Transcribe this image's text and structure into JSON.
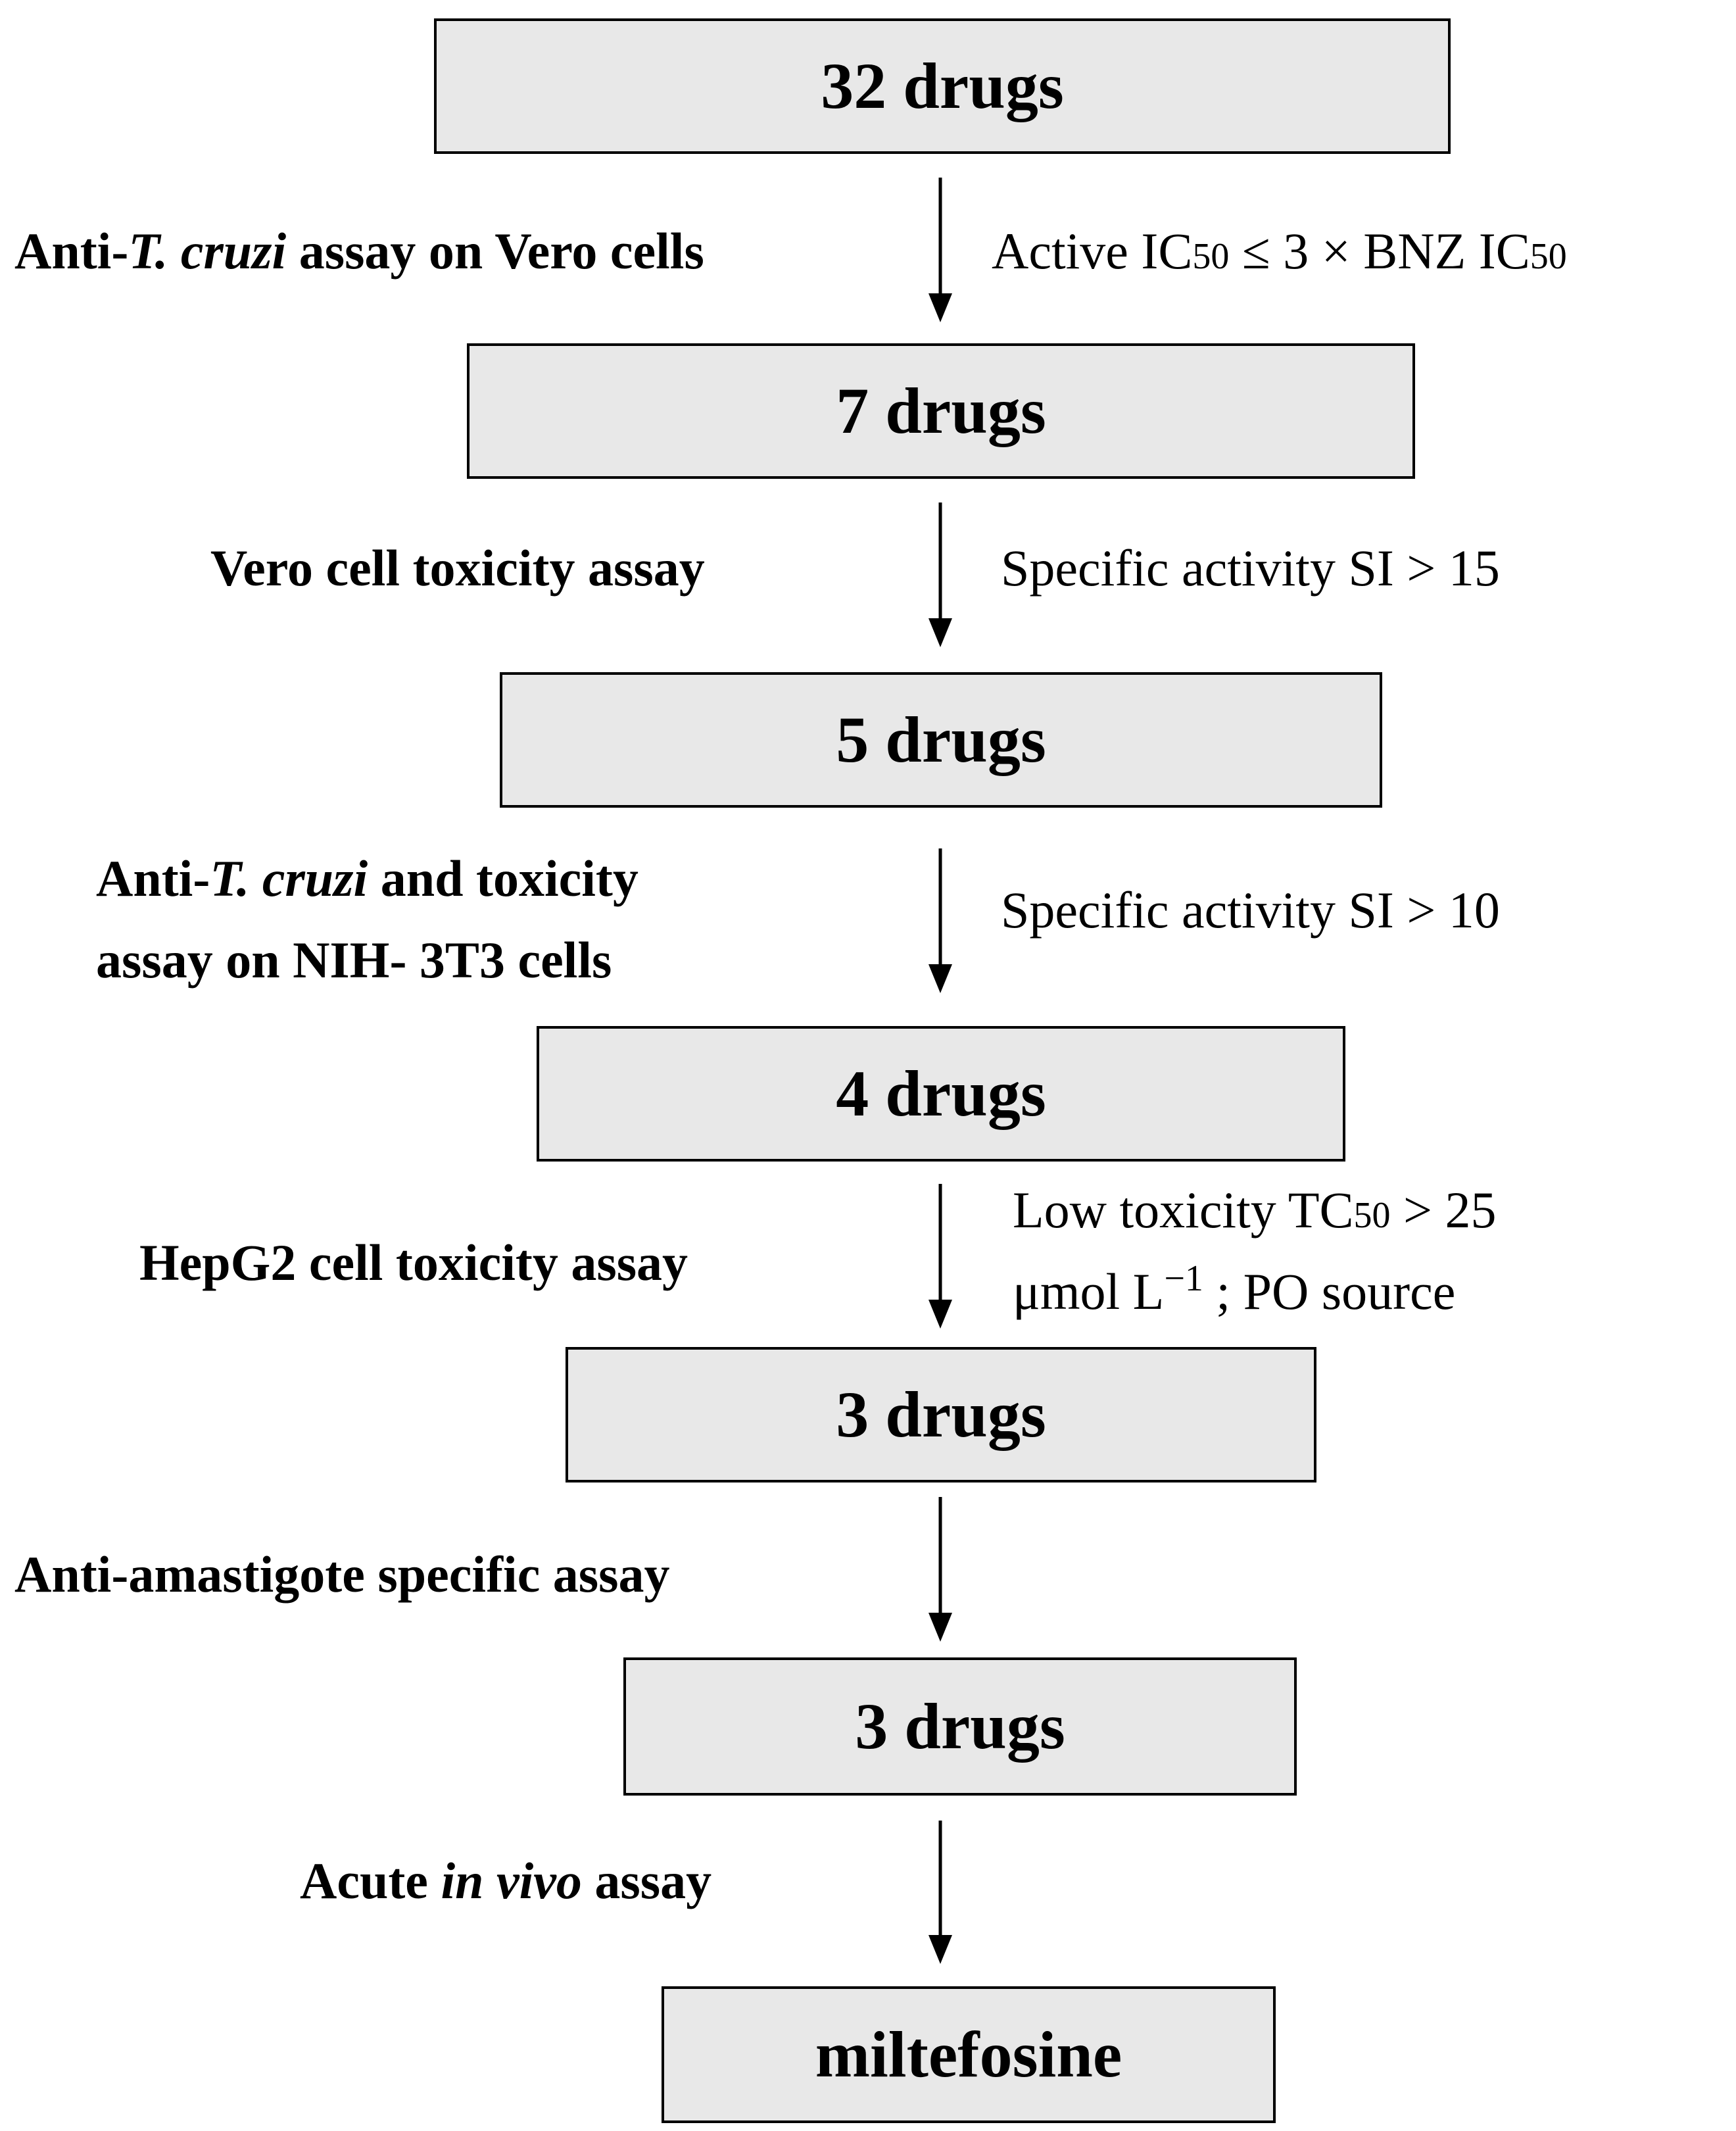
{
  "boxes": [
    "32 drugs",
    "7 drugs",
    "5 drugs",
    "4 drugs",
    "3 drugs",
    "3 drugs",
    "miltefosine"
  ],
  "steps": {
    "s1": {
      "pre": "Anti-",
      "ital": "T. cruzi",
      "post": " assay on Vero cells"
    },
    "s2": "Vero cell toxicity  assay",
    "s3": {
      "line1_pre": "Anti-",
      "line1_ital": "T. cruzi",
      "line1_post": " and toxicity",
      "line2": "assay on NIH- 3T3 cells"
    },
    "s4": "HepG2 cell toxicity  assay",
    "s5": "Anti-amastigote  specific assay",
    "s6": {
      "pre": "Acute ",
      "ital": "in vivo",
      "post": " assay"
    }
  },
  "criteria": {
    "c1": {
      "a": "Active  IC",
      "sub1": "50",
      "b": " ≤ 3 × BNZ IC",
      "sub2": "50"
    },
    "c2": "Specific  activity  SI > 15",
    "c3": "Specific  activity  SI > 10",
    "c4": {
      "a": "Low toxicity   TC",
      "sub": "50",
      "b": " > 25",
      "line2_a": "μmol  L",
      "line2_sup": "−1",
      "line2_b": " ; PO source"
    }
  }
}
